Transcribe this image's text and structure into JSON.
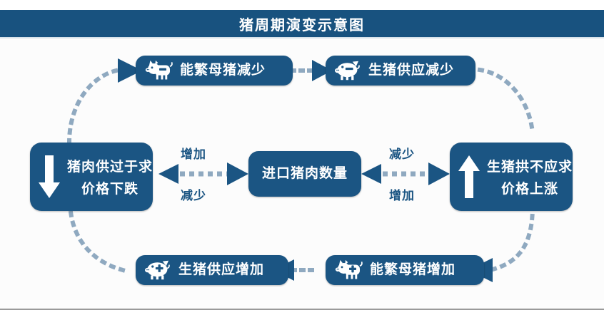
{
  "header": {
    "title": "猪周期演变示意图",
    "bar_color": "#18527f"
  },
  "theme": {
    "node_fill": "#1b5583",
    "node_text": "#ffffff",
    "arrow_color": "#1b5583",
    "dash_color": "#8fa9c0",
    "background": "#fcfcfc"
  },
  "diagram": {
    "type": "cycle-flow",
    "nodes": [
      {
        "id": "sow-decrease",
        "label": "能繁母猪减少",
        "icon": "pig-minus-icon",
        "position": "top-left"
      },
      {
        "id": "hog-supply-decrease",
        "label": "生猪供应减少",
        "icon": "piggybank-minus-icon",
        "position": "top-right"
      },
      {
        "id": "oversupply-price-down",
        "label_line1": "猪肉供过于求",
        "label_line2": "价格下跌",
        "icon": "arrow-down-icon",
        "position": "left"
      },
      {
        "id": "import-pork-volume",
        "label": "进口猪肉数量",
        "icon": "none",
        "position": "center"
      },
      {
        "id": "shortage-price-up",
        "label_line1": "生猪拱不应求",
        "label_line2": "价格上涨",
        "icon": "arrow-up-icon",
        "position": "right"
      },
      {
        "id": "hog-supply-increase",
        "label": "生猪供应增加",
        "icon": "piggybank-plus-icon",
        "position": "bottom-left"
      },
      {
        "id": "sow-increase",
        "label": "能繁母猪增加",
        "icon": "pig-plus-icon",
        "position": "bottom-right"
      }
    ],
    "edge_labels": {
      "left_top": "增加",
      "left_bottom": "减少",
      "right_top": "减少",
      "right_bottom": "增加"
    }
  }
}
